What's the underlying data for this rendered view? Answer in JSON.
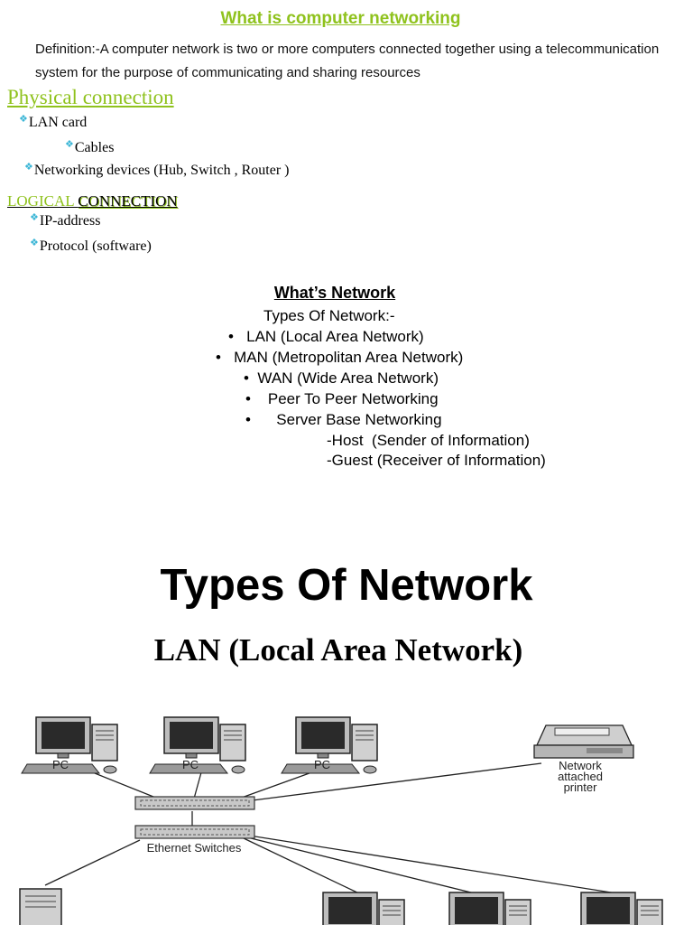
{
  "title": "What is computer networking",
  "definition": "Definition:-A computer network is two or more computers connected together using a telecommunication system for the purpose of communicating and sharing resources",
  "physical": {
    "heading": "Physical connection",
    "items": [
      "LAN card",
      "Cables",
      "Networking devices (Hub, Switch , Router )"
    ]
  },
  "logical": {
    "heading_part1": "LOGICAL ",
    "heading_part2": "CONNECTION",
    "items": [
      "IP-address",
      "Protocol (software)"
    ]
  },
  "whats_network": {
    "heading": "What’s Network",
    "subheading": "Types Of Network:-",
    "items": [
      "LAN (Local Area Network)",
      "MAN (Metropolitan Area Network)",
      "WAN (Wide Area Network)",
      "Peer To Peer Networking",
      "Server Base Networking"
    ],
    "subitems": [
      "-Host  (Sender of Information)",
      "-Guest (Receiver of Information)"
    ]
  },
  "slide_title": "Types Of Network",
  "slide_subtitle": "LAN (Local Area Network)",
  "diagram": {
    "pc_label": "PC",
    "switch_label": "Ethernet Switches",
    "printer_label_lines": [
      "Network",
      "attached",
      "printer"
    ]
  },
  "colors": {
    "accent_green": "#8fc21d",
    "bullet_blue": "#3bb6d6"
  }
}
